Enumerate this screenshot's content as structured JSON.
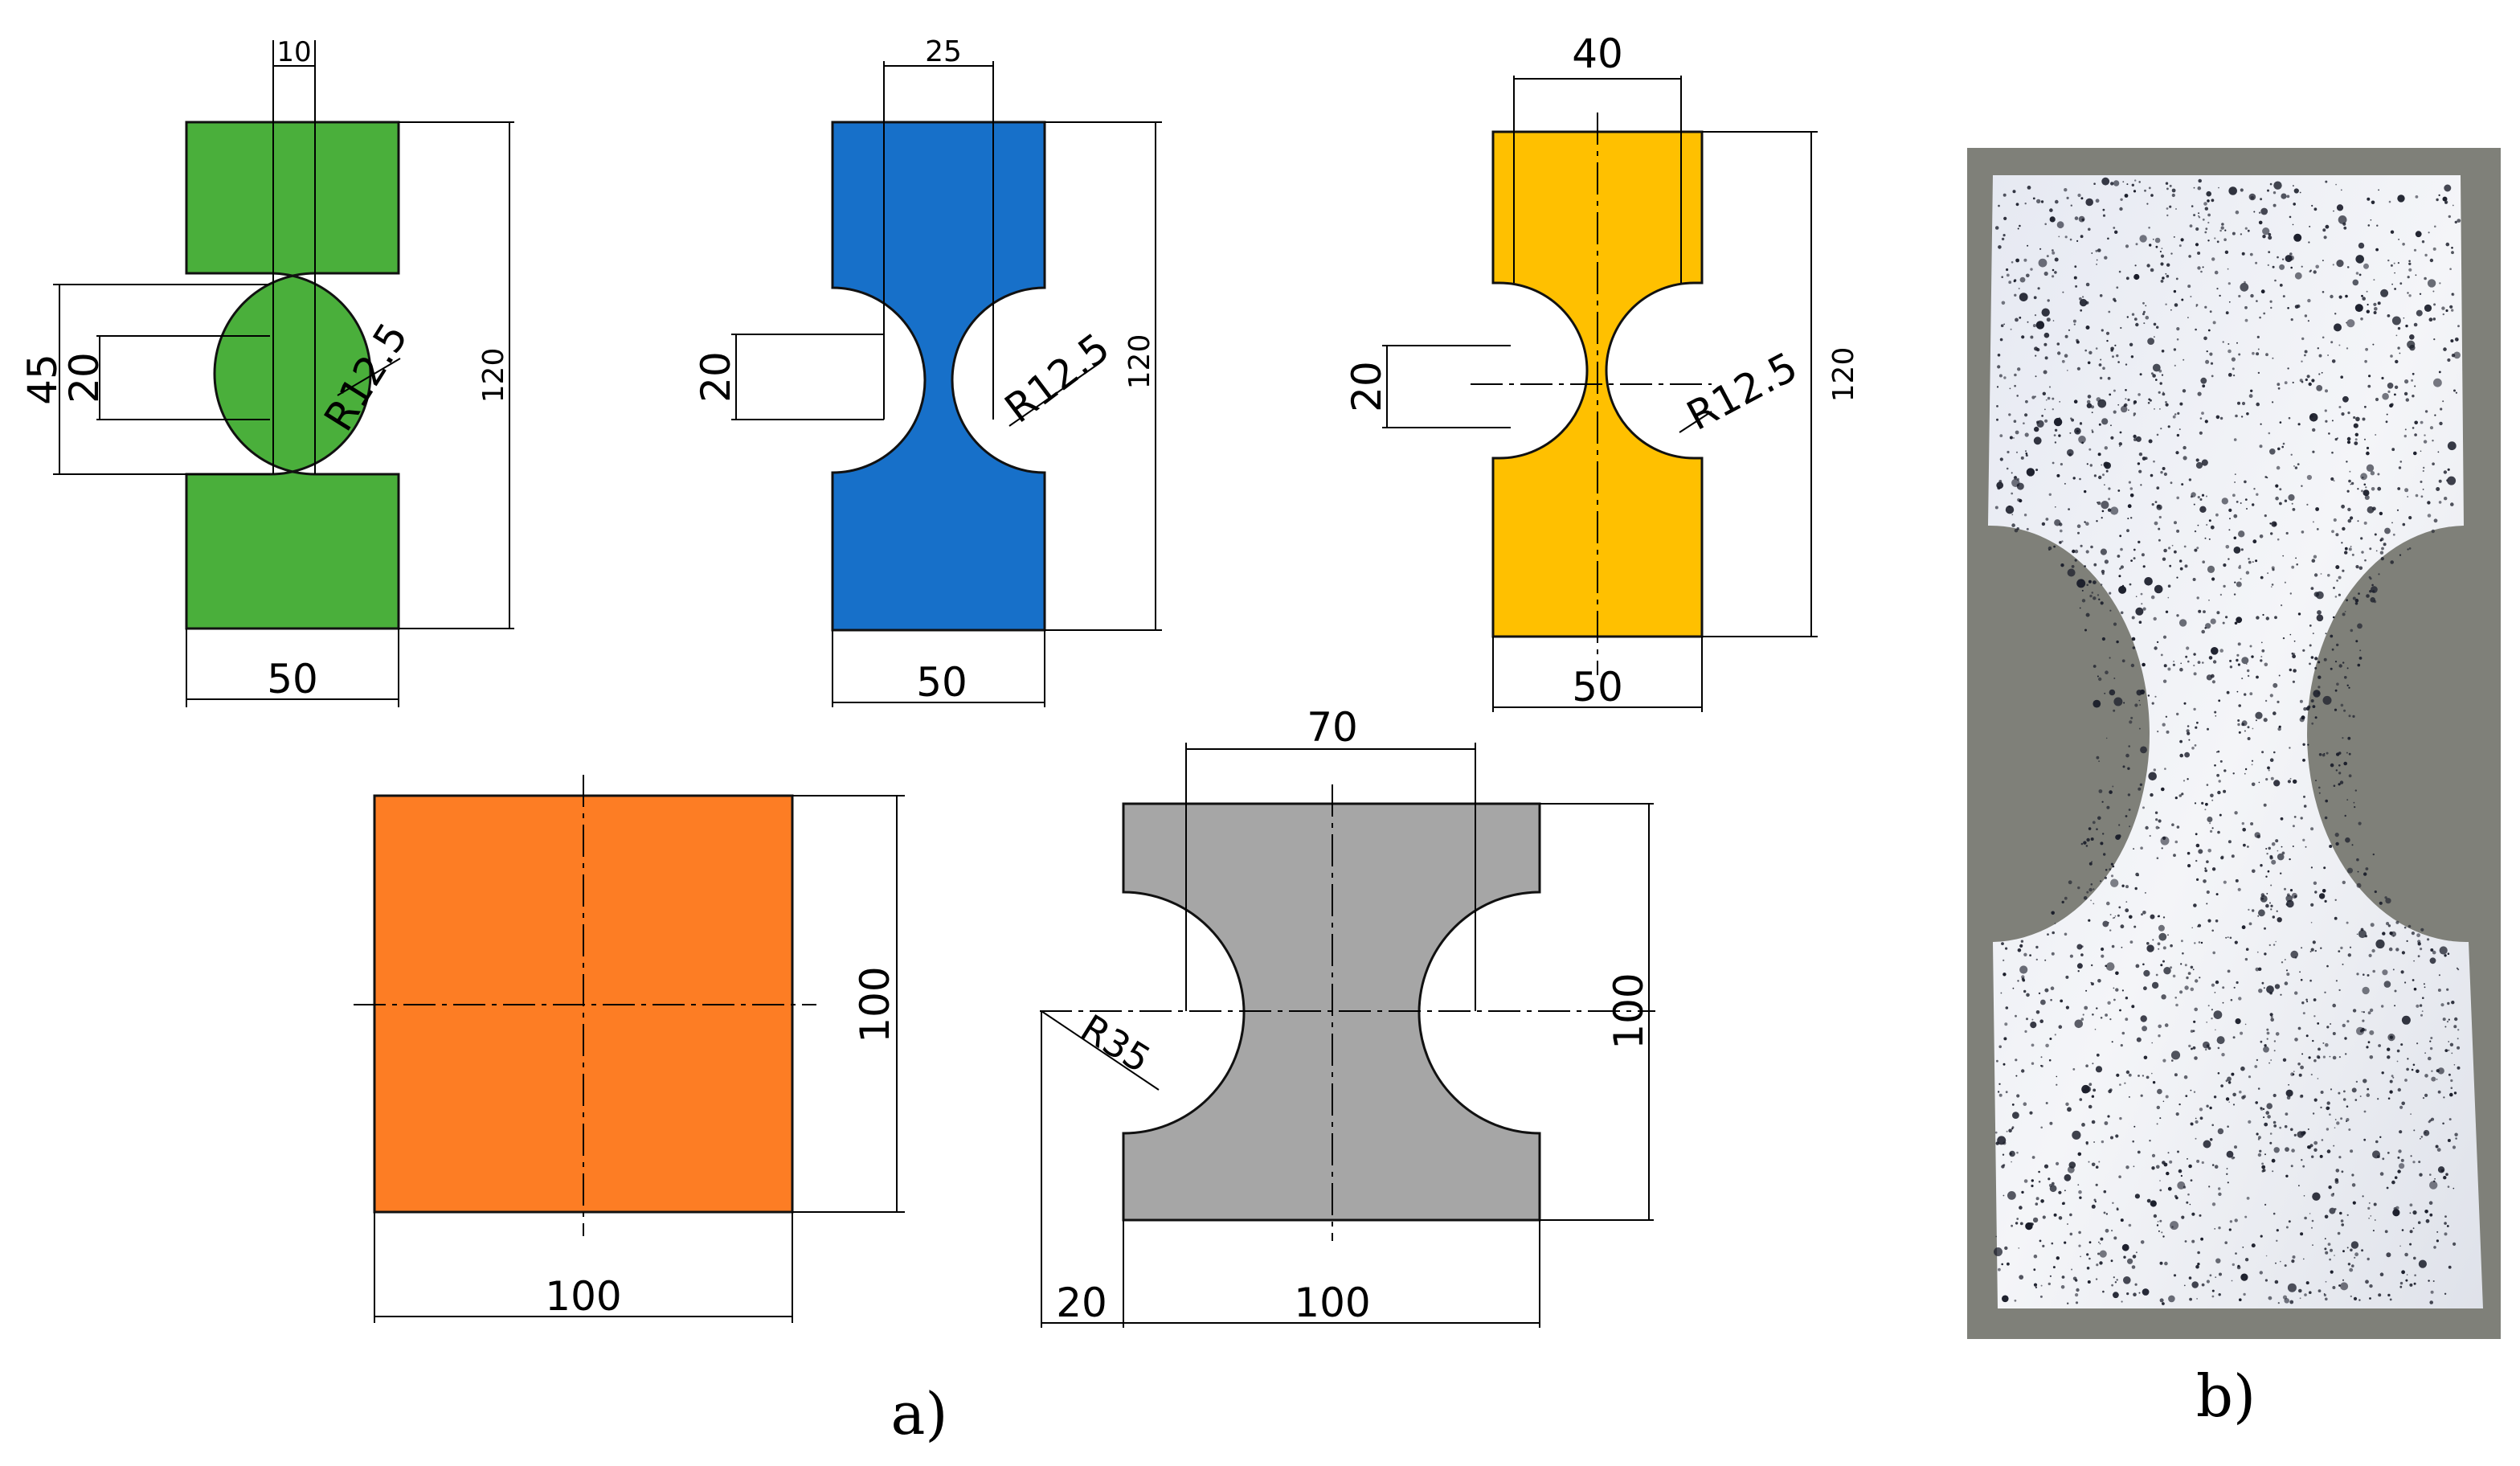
{
  "colors": {
    "green": "#4aaf3b",
    "blue": "#1770c9",
    "yellow": "#ffc000",
    "orange": "#fd7d24",
    "gray": "#a6a6a6",
    "photo_background": "#7f8079",
    "sheet_white": "#eef0f6",
    "speckle": "#1a1d2a"
  },
  "specimens": {
    "green": {
      "gauge": "10",
      "notch": "20",
      "notch_outer": "45",
      "radius": "R12.5",
      "height": "120",
      "width": "50"
    },
    "blue": {
      "gauge": "25",
      "notch": "20",
      "radius": "R12.5",
      "height": "120",
      "width": "50"
    },
    "yellow": {
      "gauge": "40",
      "notch": "20",
      "radius": "R12.5",
      "height": "120",
      "width": "50"
    },
    "orange": {
      "height": "100",
      "width": "100"
    },
    "gray": {
      "gauge": "70",
      "radius": "R35",
      "offset": "20",
      "height": "100",
      "width": "100"
    }
  },
  "captions": {
    "a": "a)",
    "b": "b)"
  }
}
